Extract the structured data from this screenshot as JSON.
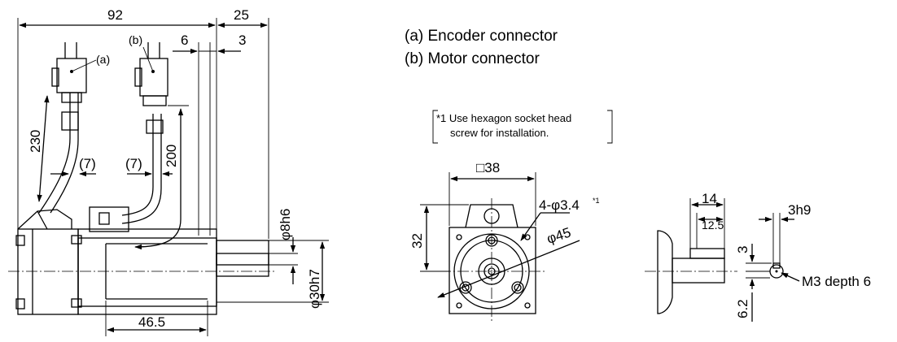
{
  "legend": {
    "a": "(a) Encoder connector",
    "b": "(b) Motor connector"
  },
  "note": {
    "line1": "*1 Use hexagon socket head",
    "line2": "screw for installation."
  },
  "side_view": {
    "dim_total": "92",
    "dim_shaft_len": "25",
    "dim_6": "6",
    "dim_3": "3",
    "dim_230": "230",
    "dim_200": "200",
    "dim_7a": "(7)",
    "dim_7b": "(7)",
    "dim_46_5": "46.5",
    "dim_shaft_dia": "φ8h6",
    "dim_pilot_dia": "φ30h7",
    "label_a": "(a)",
    "label_b": "(b)"
  },
  "front_view": {
    "dim_square": "□38",
    "dim_32": "32",
    "dim_holes": "4-φ3.4",
    "dim_holes_note": "*1",
    "dim_pcd": "φ45"
  },
  "key_view": {
    "dim_14": "14",
    "dim_12_5": "12.5",
    "dim_3h9": "3h9",
    "dim_3": "3",
    "dim_6_2": "6.2",
    "tap": "M3 depth 6"
  }
}
